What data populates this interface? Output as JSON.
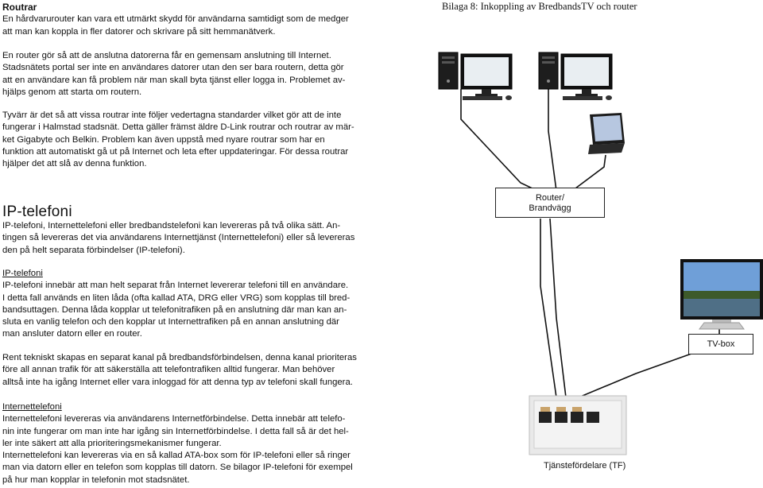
{
  "header": {
    "title": "Routrar",
    "intro_line1": "En hårdvarurouter kan vara ett utmärkt skydd för användarna samtidigt som de medger",
    "intro_line2": "att man kan koppla in fler datorer och skrivare på sitt hemmanätverk.",
    "appendix_title": "Bilaga 8: Inkoppling av BredbandsTV och router"
  },
  "router_section": {
    "p1": [
      "En router gör så att de anslutna datorerna får en gemensam anslutning till Internet.",
      "Stadsnätets portal ser inte en användares datorer utan den ser bara routern, detta gör",
      "att en användare kan få problem när man skall byta tjänst eller logga in. Problemet av-",
      "hjälps genom att starta om routern."
    ],
    "p2": [
      "Tyvärr är det så att vissa routrar inte följer vedertagna standarder vilket gör att de inte",
      "fungerar i Halmstad stadsnät. Detta gäller främst äldre D-Link routrar och routrar av mär-",
      "ket Gigabyte och Belkin. Problem kan även uppstå med nyare routrar som har en",
      "funktion att automatiskt gå ut på Internet och leta efter uppdateringar. För dessa routrar",
      "hjälper det att slå av denna funktion."
    ]
  },
  "ip_section": {
    "heading": "IP-telefoni",
    "p1": [
      "IP-telefoni, Internettelefoni eller bredbandstelefoni kan levereras på två olika sätt. An-",
      "tingen så levereras det via användarens Internettjänst (Internettelefoni) eller så levereras",
      "den på helt separata förbindelser (IP-telefoni)."
    ],
    "sub1": "IP-telefoni",
    "p2": [
      "IP-telefoni innebär att man helt separat från Internet levererar telefoni till en användare.",
      "I detta fall används en liten låda (ofta kallad ATA, DRG eller VRG) som kopplas till bred-",
      "bandsuttagen. Denna låda kopplar ut telefonitrafiken på en anslutning där man kan an-",
      "sluta en vanlig telefon och den kopplar ut Internettrafiken på en annan anslutning där",
      "man ansluter datorn eller en router."
    ],
    "p3": [
      "Rent tekniskt skapas en separat kanal på bredbandsförbindelsen, denna kanal prioriteras",
      "före all annan trafik för att säkerställa att telefontrafiken alltid fungerar. Man behöver",
      "alltså inte ha igång Internet eller vara inloggad för att denna typ av telefoni skall fungera."
    ],
    "sub2": "Internettelefoni",
    "p4": [
      "Internettelefoni levereras via användarens Internetförbindelse. Detta innebär att telefo-",
      "nin inte fungerar om man inte har igång sin Internetförbindelse. I detta fall så är det hel-",
      "ler inte säkert att alla prioriteringsmekanismer fungerar.",
      "Internettelefoni kan levereras via en så kallad ATA-box som för IP-telefoni eller så ringer",
      "man via datorn eller en telefon som kopplas till datorn. Se bilagor IP-telefoni för exempel",
      "på hur man kopplar in telefonin mot stadsnätet."
    ]
  },
  "diagram": {
    "router_label_1": "Router/",
    "router_label_2": "Brandvägg",
    "tv_label": "TV-box",
    "outlet_label": "Tjänstefördelare (TF)",
    "cable_color": "#111111",
    "screen_sky": "#6f9fd8",
    "screen_water": "#4f6f86",
    "screen_trees": "#3d5a2a"
  }
}
